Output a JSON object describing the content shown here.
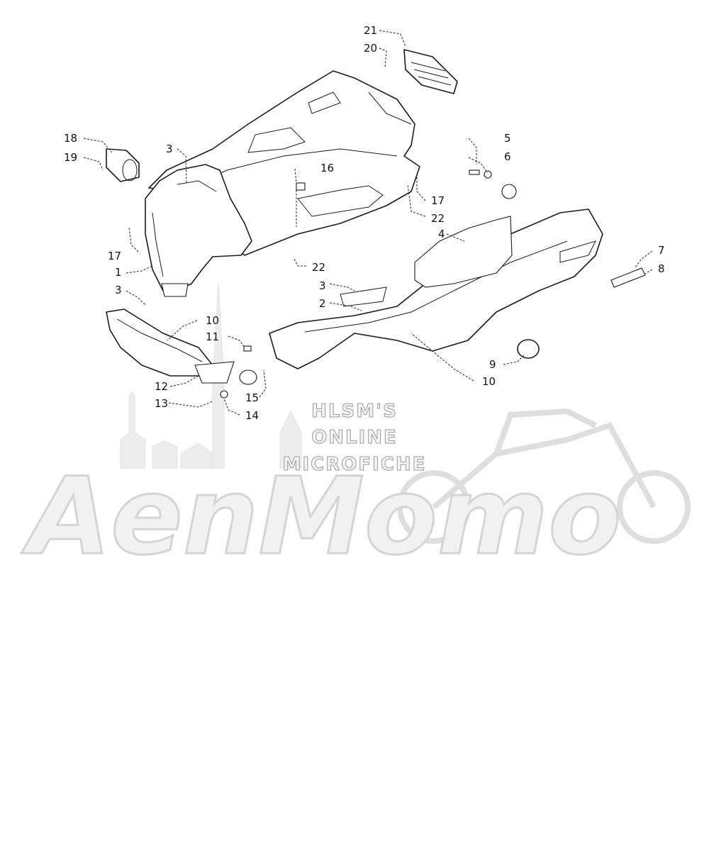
{
  "diagram": {
    "callouts": [
      {
        "id": "c21a",
        "label": "21"
      },
      {
        "id": "c20",
        "label": "20"
      },
      {
        "id": "c18",
        "label": "18"
      },
      {
        "id": "c19",
        "label": "19"
      },
      {
        "id": "c3a",
        "label": "3"
      },
      {
        "id": "c16",
        "label": "16"
      },
      {
        "id": "c17a",
        "label": "17"
      },
      {
        "id": "c22a",
        "label": "22"
      },
      {
        "id": "c5",
        "label": "5"
      },
      {
        "id": "c6",
        "label": "6"
      },
      {
        "id": "c4",
        "label": "4"
      },
      {
        "id": "c17b",
        "label": "17"
      },
      {
        "id": "c1",
        "label": "1"
      },
      {
        "id": "c22b",
        "label": "22"
      },
      {
        "id": "c7",
        "label": "7"
      },
      {
        "id": "c8",
        "label": "8"
      },
      {
        "id": "c3b",
        "label": "3"
      },
      {
        "id": "c3c",
        "label": "3"
      },
      {
        "id": "c2",
        "label": "2"
      },
      {
        "id": "c10a",
        "label": "10"
      },
      {
        "id": "c11",
        "label": "11"
      },
      {
        "id": "c9",
        "label": "9"
      },
      {
        "id": "c10b",
        "label": "10"
      },
      {
        "id": "c12",
        "label": "12"
      },
      {
        "id": "c15",
        "label": "15"
      },
      {
        "id": "c13",
        "label": "13"
      },
      {
        "id": "c14",
        "label": "14"
      }
    ]
  },
  "watermark": {
    "line1": "HLSM'S",
    "line2": "ONLINE",
    "line3": "MICROFICHE",
    "logo_text": "AenMomo"
  }
}
